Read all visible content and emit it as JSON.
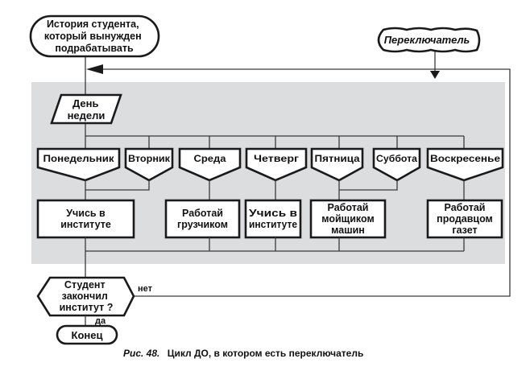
{
  "colors": {
    "background": "#ffffff",
    "loop_area": "#dcdddf",
    "stroke": "#1a1a1a",
    "text": "#111111"
  },
  "diagram": {
    "start": {
      "lines": [
        "История студента,",
        "который вынужден",
        "подрабатывать"
      ]
    },
    "switch_label": "Переключатель",
    "input": {
      "lines": [
        "День",
        "недели"
      ]
    },
    "cases": [
      {
        "label": "Понедельник"
      },
      {
        "label": "Вторник"
      },
      {
        "label": "Среда"
      },
      {
        "label": "Четверг"
      },
      {
        "label": "Пятница"
      },
      {
        "label": "Суббота"
      },
      {
        "label": "Воскресенье"
      }
    ],
    "actions": [
      {
        "lines": [
          "Учись в",
          "институте"
        ],
        "from_cases": [
          "Понедельник",
          "Вторник"
        ]
      },
      {
        "lines": [
          "Работай",
          "грузчиком"
        ],
        "from_cases": [
          "Среда"
        ]
      },
      {
        "lines": [
          "Учись в",
          "институте"
        ],
        "from_cases": [
          "Четверг"
        ]
      },
      {
        "lines": [
          "Работай",
          "мойщиком",
          "машин"
        ],
        "from_cases": [
          "Пятница",
          "Суббота"
        ]
      },
      {
        "lines": [
          "Работай",
          "продавцом",
          "газет"
        ],
        "from_cases": [
          "Воскресенье"
        ]
      }
    ],
    "condition": {
      "lines": [
        "Студент",
        "закончил",
        "институт ?"
      ]
    },
    "no_label": "нет",
    "yes_label": "да",
    "end": {
      "label": "Конец"
    }
  },
  "caption": {
    "number": "Рис. 48.",
    "text": "Цикл ДО, в котором есть переключатель"
  }
}
